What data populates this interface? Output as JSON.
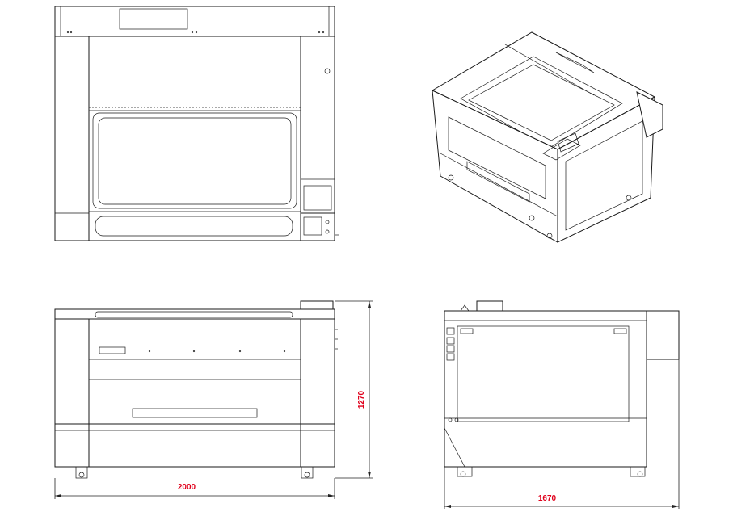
{
  "views": {
    "top_view": {
      "name": "top-view"
    },
    "isometric_view": {
      "name": "isometric-view"
    },
    "front_view": {
      "name": "front-view"
    },
    "side_view": {
      "name": "side-view"
    }
  },
  "dimensions": {
    "width": "2000",
    "height": "1270",
    "depth": "1670"
  },
  "colors": {
    "line": "#1a1a1a",
    "dimension_text": "#e0001b",
    "background": "#ffffff"
  }
}
